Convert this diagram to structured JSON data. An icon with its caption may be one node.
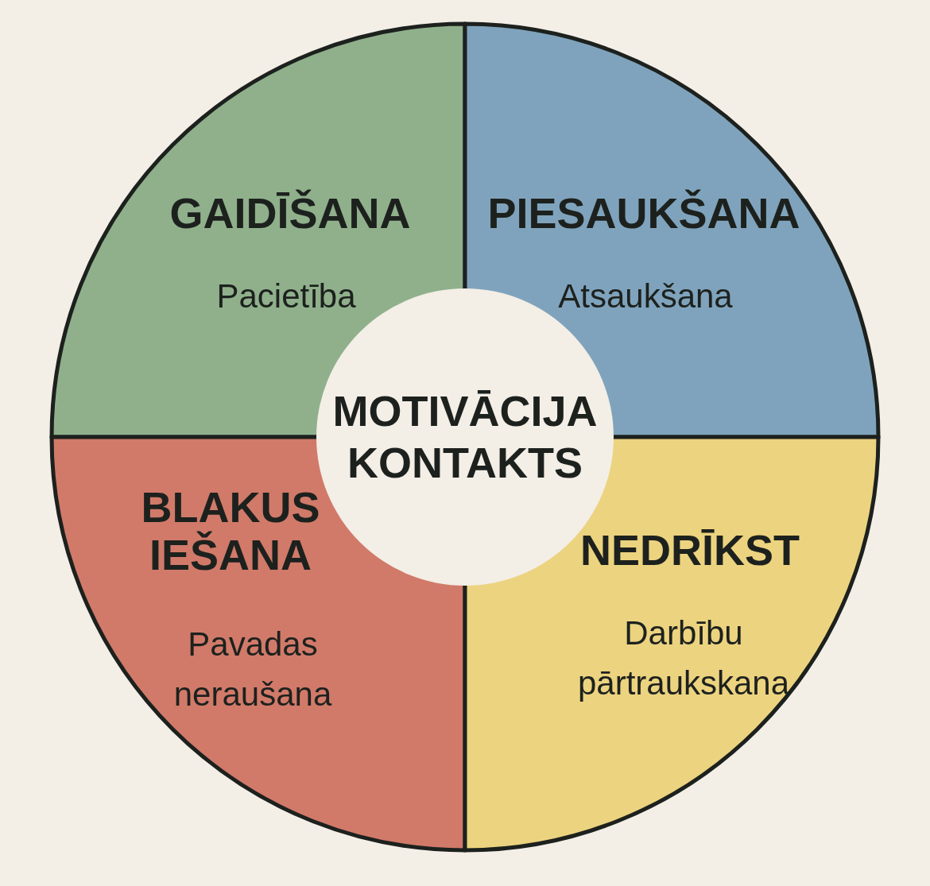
{
  "diagram": {
    "nodes": [
      {
        "text": [
          "GAIDĪŠANA",
          "Pacietība"
        ]
      },
      {
        "text": [
          "PIESAUKŠANA",
          "Atsaukšana"
        ]
      },
      {
        "text": [
          "BLAKUS IEŠANA",
          "Pavadas neraušana"
        ]
      },
      {
        "text": [
          "NEDRĪKST",
          "Darbību pārtraukskana"
        ]
      },
      {
        "text": [
          "MOTIVĀCIJA KONTAKTS"
        ]
      }
    ]
  }
}
